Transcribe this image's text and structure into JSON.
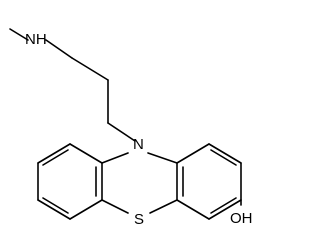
{
  "diagram": {
    "type": "skeletal-structure",
    "atom_labels": {
      "amine": "NH",
      "ring_nitrogen": "N",
      "sulfur": "S",
      "hydroxyl": "OH"
    }
  },
  "colors": {
    "background": "#ffffff",
    "ink": "#000000"
  }
}
